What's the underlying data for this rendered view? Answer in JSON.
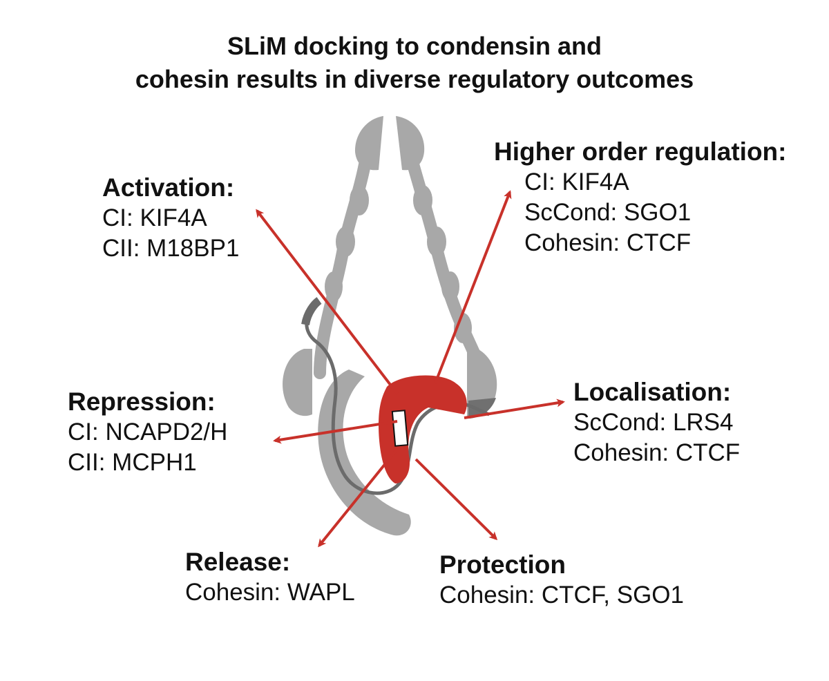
{
  "title": {
    "line1": "SLiM docking to condensin and",
    "line2": "cohesin results in diverse regulatory outcomes"
  },
  "colors": {
    "arrow": "#c8312a",
    "kleisin": "#c8312a",
    "smc": "#a8a8a8",
    "linker": "#6b6b6b",
    "text": "#111111"
  },
  "outcomes": {
    "activation": {
      "heading": "Activation:",
      "items": [
        "CI: KIF4A",
        "CII: M18BP1"
      ]
    },
    "higher_order": {
      "heading": "Higher order regulation:",
      "items": [
        "CI: KIF4A",
        "ScCond: SGO1",
        "Cohesin: CTCF"
      ]
    },
    "repression": {
      "heading": "Repression:",
      "items": [
        "CI: NCAPD2/H",
        "CII: MCPH1"
      ]
    },
    "localisation": {
      "heading": "Localisation:",
      "items": [
        "ScCond: LRS4",
        "Cohesin: CTCF"
      ]
    },
    "release": {
      "heading": "Release:",
      "items": [
        "Cohesin: WAPL"
      ]
    },
    "protection": {
      "heading": "Protection",
      "items": [
        "Cohesin: CTCF, SGO1"
      ]
    }
  }
}
